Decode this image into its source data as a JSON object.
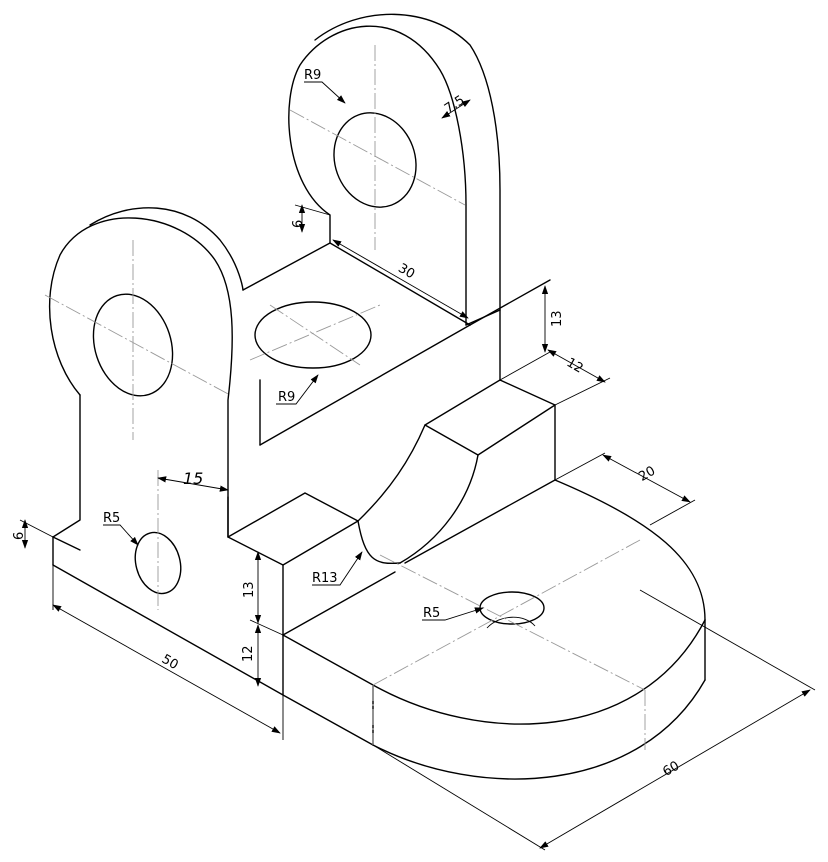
{
  "labels": {
    "r9_top": "R9",
    "w7_5": "7.5",
    "h6_top": "6",
    "len30": "30",
    "h13_right": "13",
    "w12": "12",
    "r9_mid": "R9",
    "w20": "20",
    "w15": "15",
    "r5_left": "R5",
    "h6_left": "6",
    "r13": "R13",
    "h13_mid": "13",
    "h12_mid": "12",
    "r5_base": "R5",
    "len50": "50",
    "len60": "60"
  }
}
